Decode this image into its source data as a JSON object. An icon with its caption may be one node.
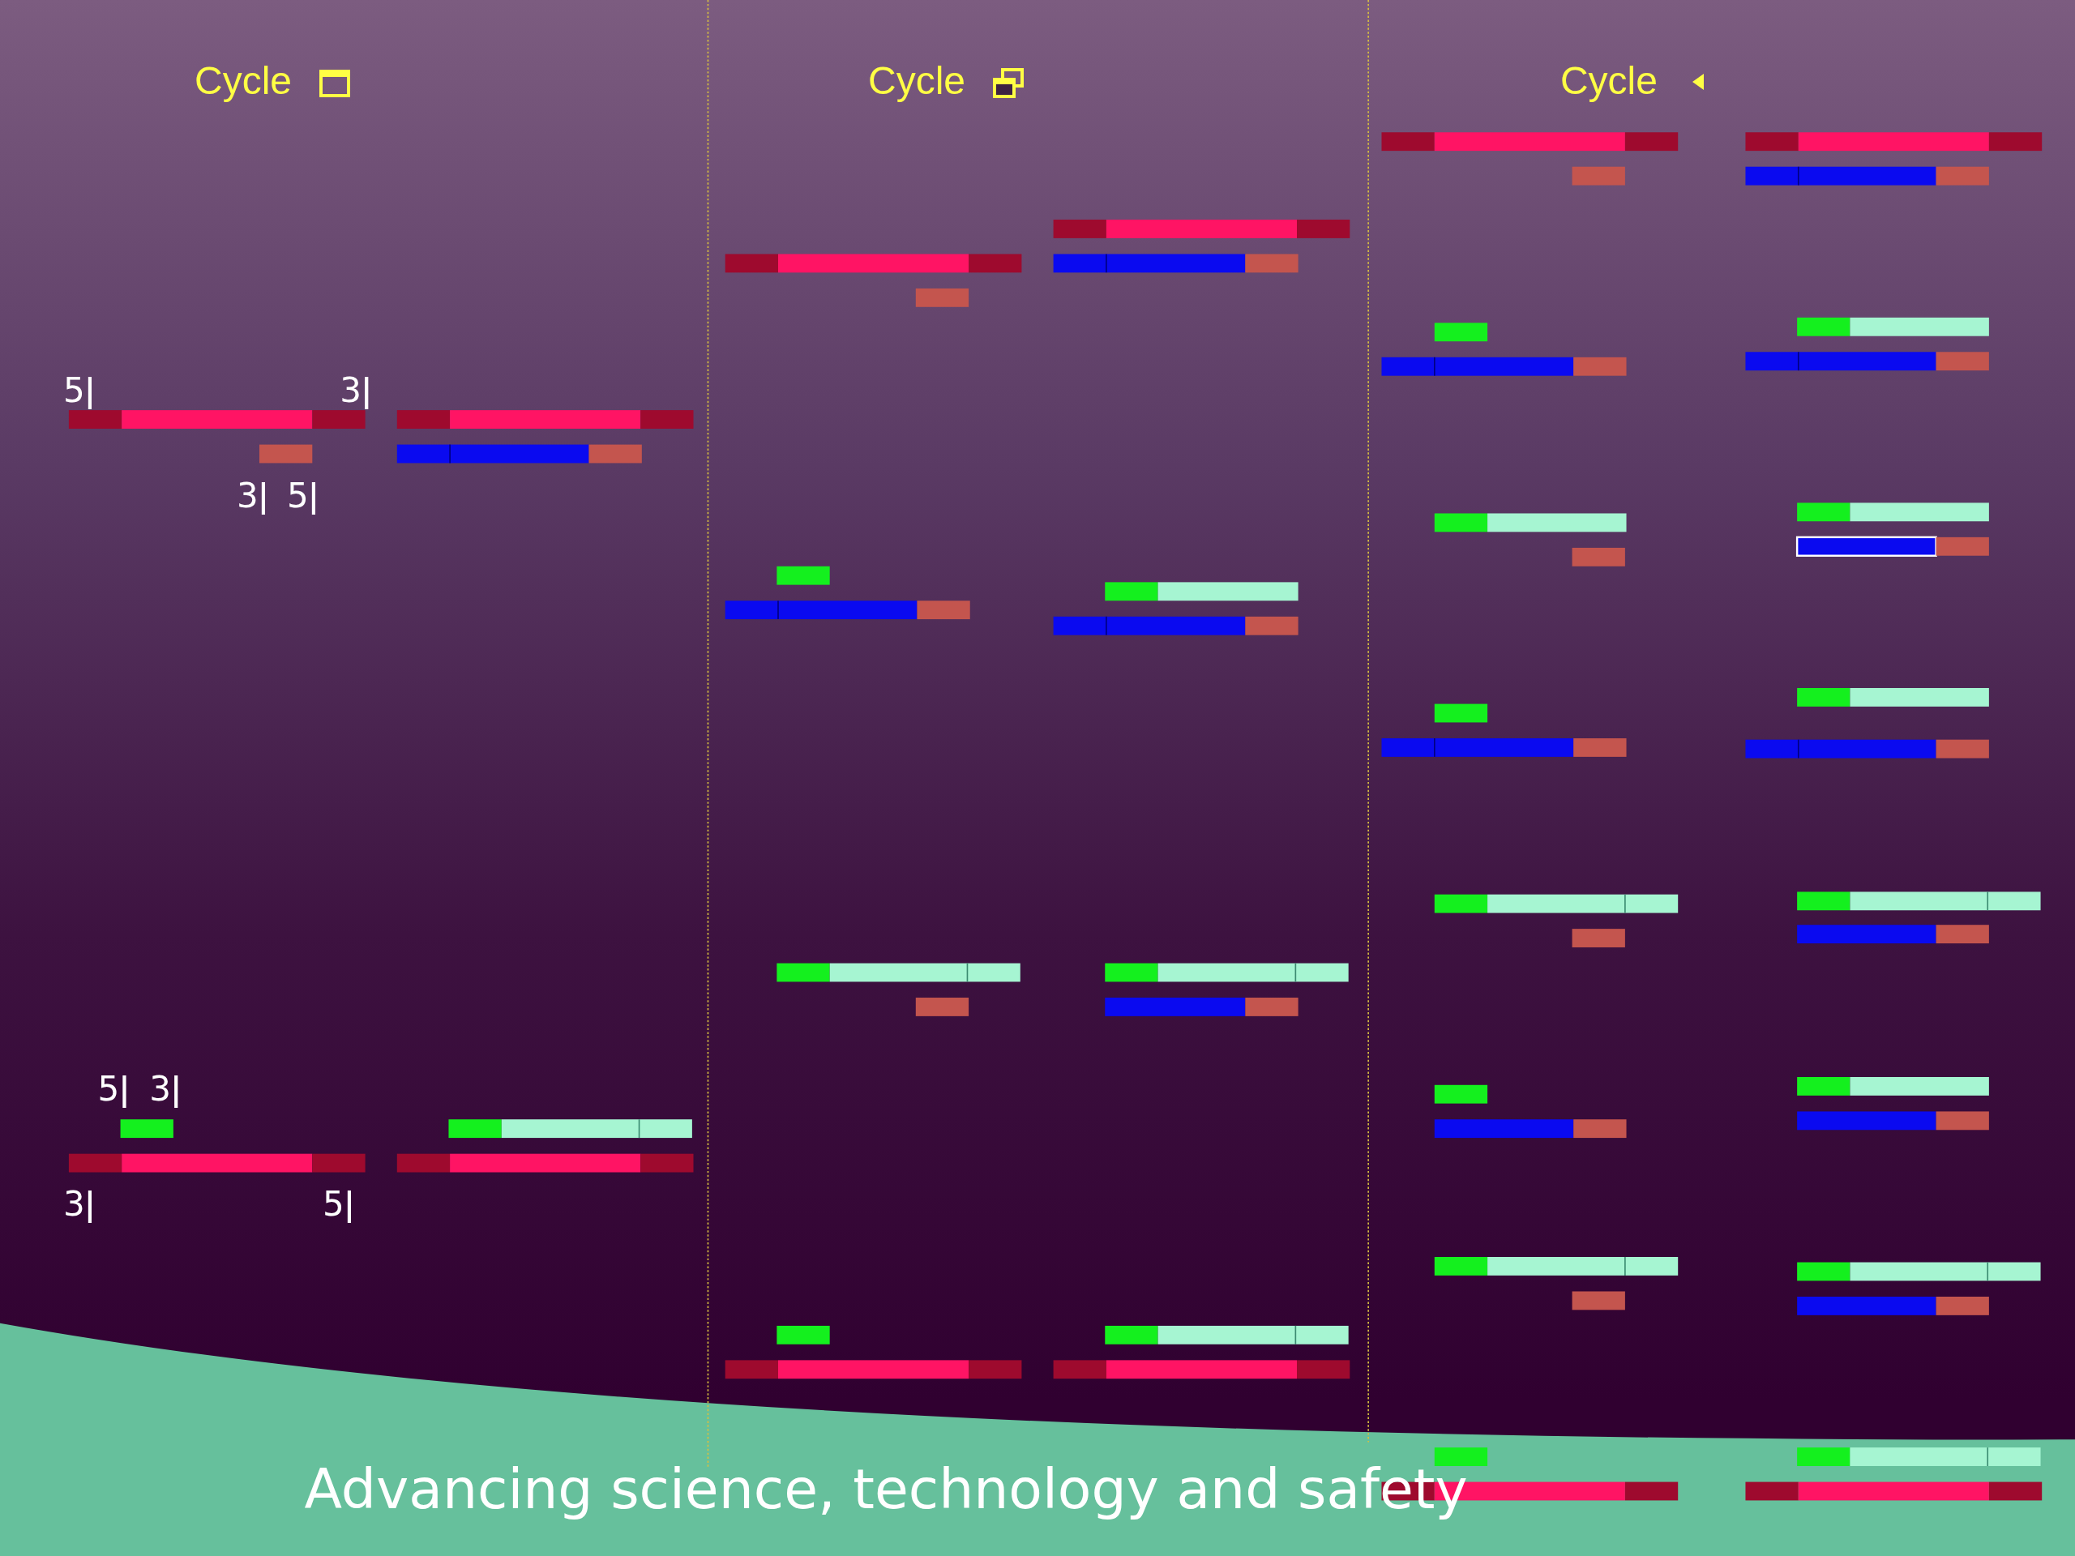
{
  "diagram": {
    "labels": [
      "Cycle",
      "Cycle",
      "Cycle",
      "5ǀ",
      "3ǀ",
      "3ǀ",
      "5ǀ",
      "5ǀ",
      "3ǀ",
      "3ǀ",
      "5ǀ",
      "Advancing science, technology and safety"
    ]
  }
}
